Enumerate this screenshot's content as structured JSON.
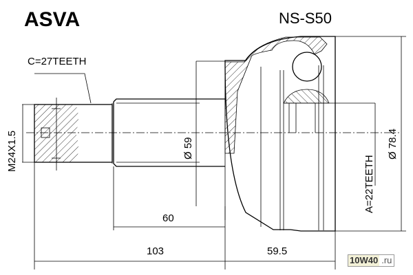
{
  "brand": "ASVA",
  "part_number": "NS-S50",
  "labels": {
    "outer_spline": "C=27TEETH",
    "thread": "M24X1.5",
    "shaft_diameter": "Ø 59",
    "inner_spline": "A=22TEETH",
    "housing_diameter": "Ø 78.4"
  },
  "dimensions": {
    "shaft_length": "60",
    "total_length": "103",
    "housing_length": "59.5"
  },
  "watermark": {
    "main": "10W40",
    "suffix": ".ru"
  }
}
